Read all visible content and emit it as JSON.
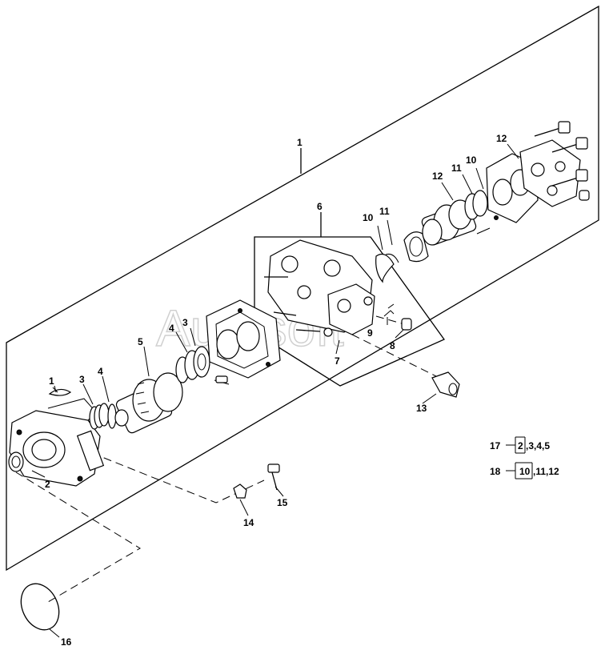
{
  "watermark": "Autosoft",
  "callouts": {
    "c1_main": "1",
    "c1_small": "1",
    "c2": "2",
    "c3_left": "3",
    "c3_upper": "3",
    "c4_left": "4",
    "c4_upper": "4",
    "c5": "5",
    "c6": "6",
    "c7": "7",
    "c8": "8",
    "c9": "9",
    "c10_left": "10",
    "c10_right": "10",
    "c11_left": "11",
    "c11_right": "11",
    "c12_lower": "12",
    "c12_upper": "12",
    "c13": "13",
    "c14": "14",
    "c15": "15",
    "c16": "16"
  },
  "legend": [
    {
      "item": "17",
      "kit": "2",
      "rest": ",3,4,5"
    },
    {
      "item": "18",
      "kit": "10",
      "rest": ",11,12"
    }
  ]
}
